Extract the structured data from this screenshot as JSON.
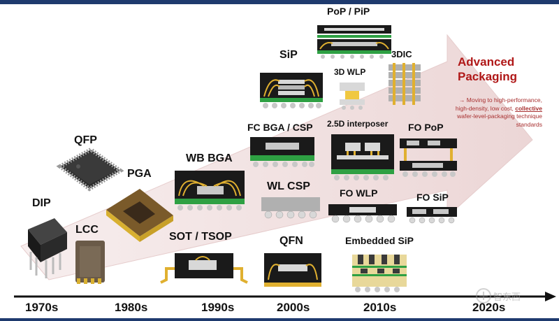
{
  "decades": [
    "1970s",
    "1980s",
    "1990s",
    "2000s",
    "2010s",
    "2020s"
  ],
  "packages": {
    "dip": "DIP",
    "qfp": "QFP",
    "lcc": "LCC",
    "pga": "PGA",
    "wb_bga": "WB BGA",
    "sot_tsop": "SOT / TSOP",
    "sip": "SiP",
    "fc_bga_csp": "FC BGA / CSP",
    "wl_csp": "WL CSP",
    "qfn": "QFN",
    "pop_pip": "PoP / PiP",
    "wlp_3d": "3D WLP",
    "dic_3d": "3DIC",
    "interposer_25d": "2.5D interposer",
    "fo_wlp": "FO WLP",
    "embedded_sip": "Embedded SiP",
    "fo_pop": "FO PoP",
    "fo_sip": "FO SiP"
  },
  "advanced": {
    "title": "Advanced Packaging",
    "body_prefix": "→ Moving to high-performance, high-density, low cost,",
    "body_emphasis": "collective",
    "body_suffix": "wafer-level-packaging technique standards"
  },
  "watermark": "智东西",
  "colors": {
    "arrow_fill": "#f2e4e4",
    "timeline": "#111111",
    "title_red": "#b01818",
    "gold": "#d8b030",
    "solder": "#c8c8c8",
    "substrate_green": "#2ea043",
    "molding": "#2a2a2a"
  }
}
